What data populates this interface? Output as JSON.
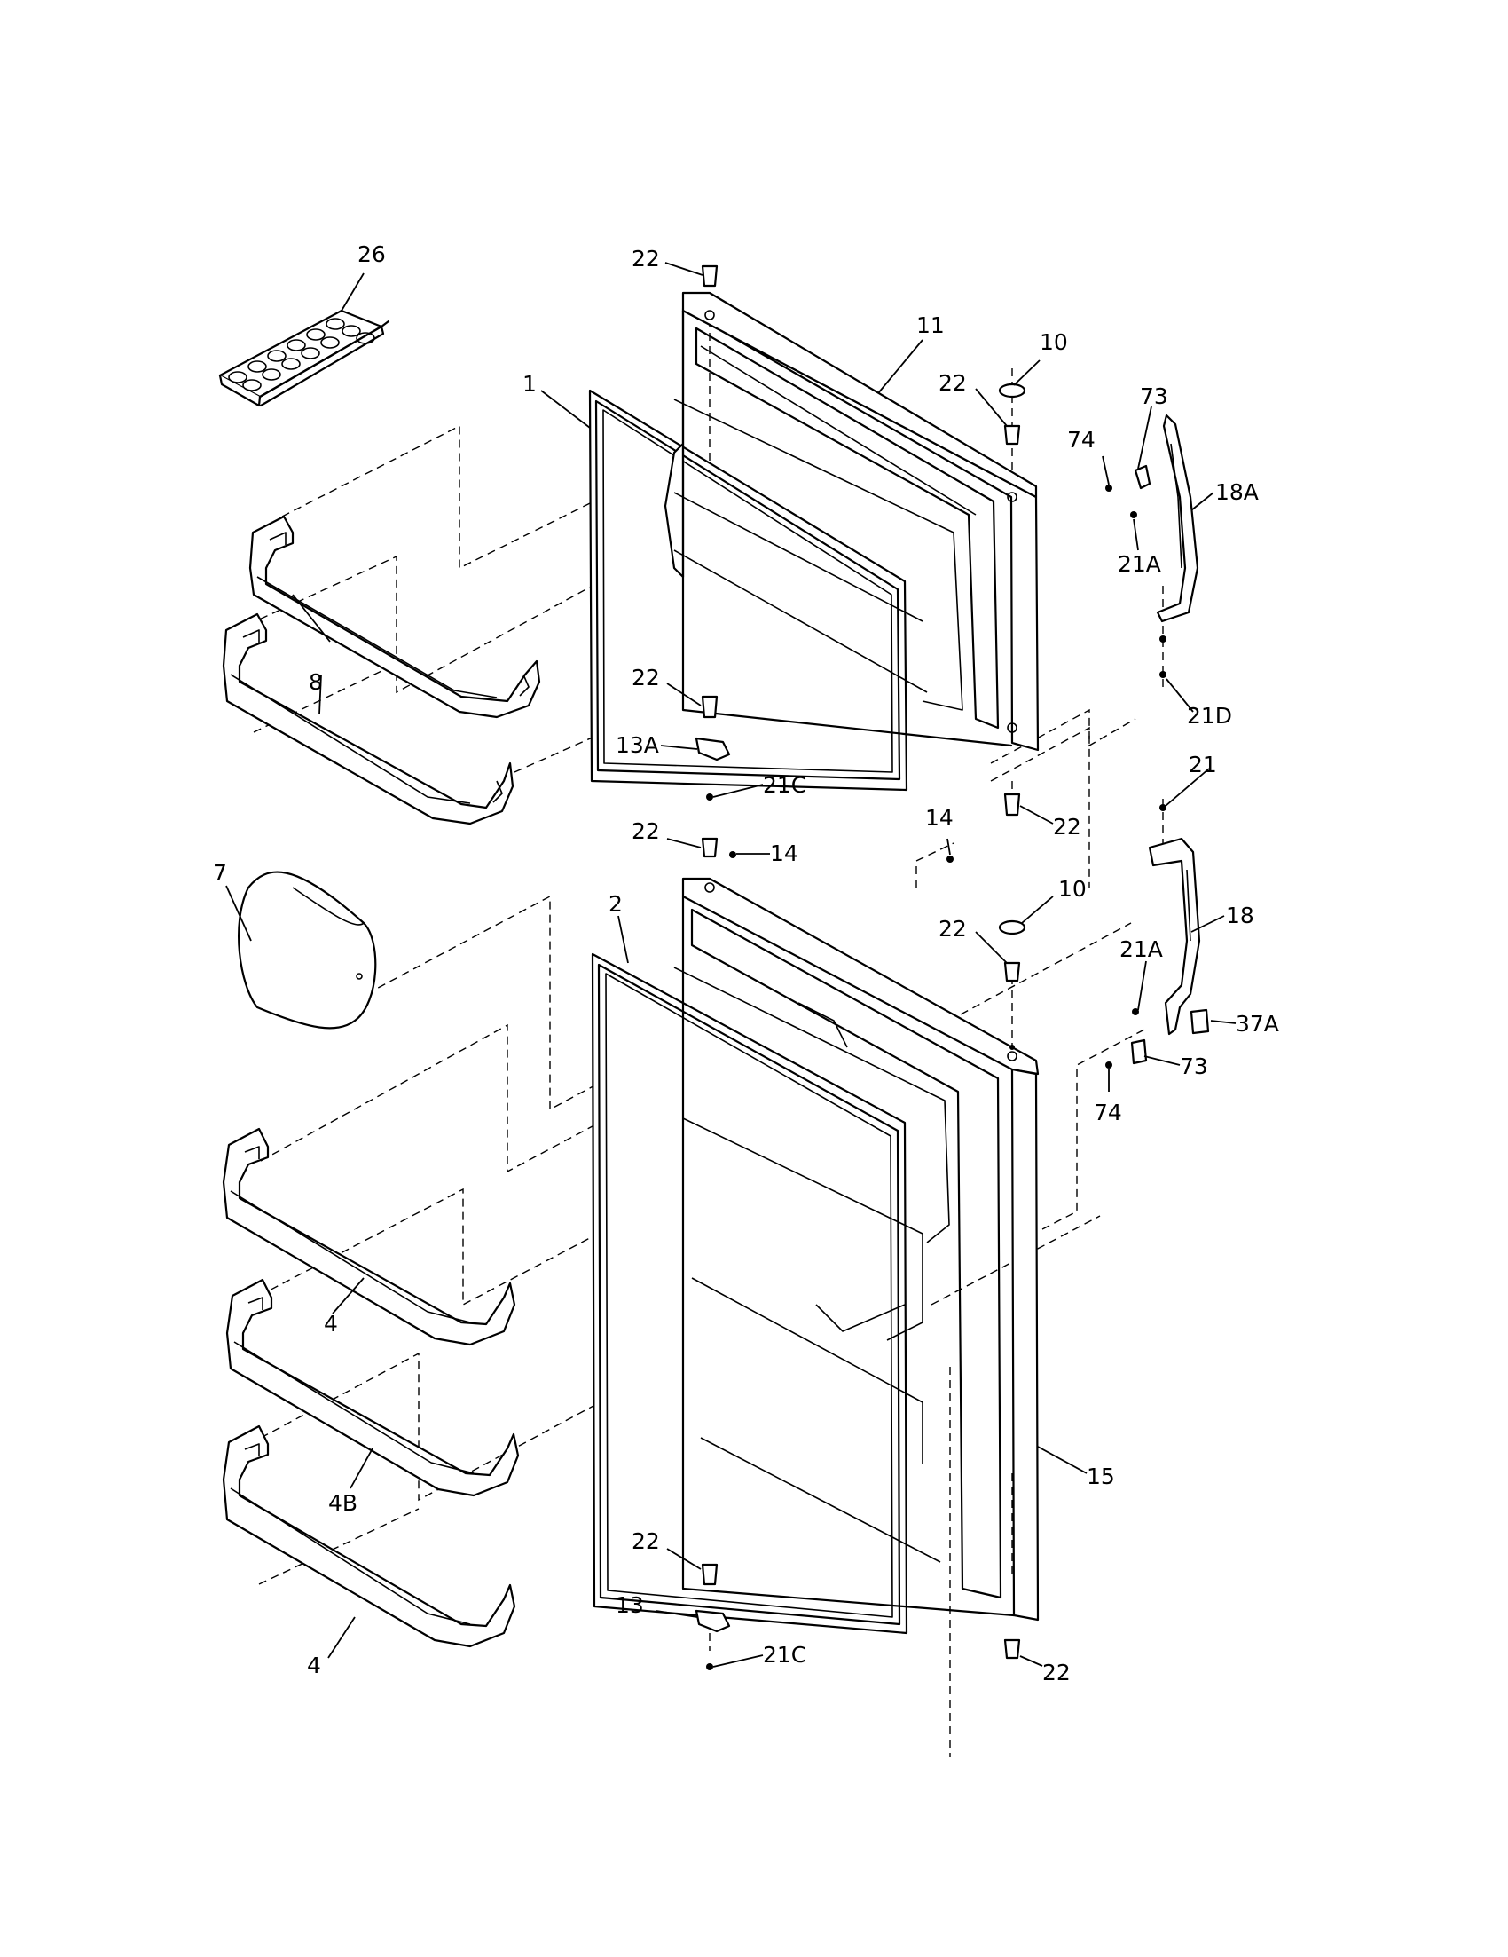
{
  "diagram": {
    "callouts": [
      {
        "id": "c26",
        "text": "26"
      },
      {
        "id": "c22a",
        "text": "22"
      },
      {
        "id": "c11",
        "text": "11"
      },
      {
        "id": "c10a",
        "text": "10"
      },
      {
        "id": "c1",
        "text": "1"
      },
      {
        "id": "c22b",
        "text": "22"
      },
      {
        "id": "c73a",
        "text": "73"
      },
      {
        "id": "c74a",
        "text": "74"
      },
      {
        "id": "c18A",
        "text": "18A"
      },
      {
        "id": "c21Aa",
        "text": "21A"
      },
      {
        "id": "c8",
        "text": "8"
      },
      {
        "id": "c22c",
        "text": "22"
      },
      {
        "id": "c21D",
        "text": "21D"
      },
      {
        "id": "c13A",
        "text": "13A"
      },
      {
        "id": "c21Ca",
        "text": "21C"
      },
      {
        "id": "c21",
        "text": "21"
      },
      {
        "id": "c22d",
        "text": "22"
      },
      {
        "id": "c14a",
        "text": "14"
      },
      {
        "id": "c22e",
        "text": "22"
      },
      {
        "id": "c14b",
        "text": "14"
      },
      {
        "id": "c7",
        "text": "7"
      },
      {
        "id": "c2",
        "text": "2"
      },
      {
        "id": "c10b",
        "text": "10"
      },
      {
        "id": "c18",
        "text": "18"
      },
      {
        "id": "c22f",
        "text": "22"
      },
      {
        "id": "c21Ab",
        "text": "21A"
      },
      {
        "id": "c37A",
        "text": "37A"
      },
      {
        "id": "c73b",
        "text": "73"
      },
      {
        "id": "c74b",
        "text": "74"
      },
      {
        "id": "c4a",
        "text": "4"
      },
      {
        "id": "c4B",
        "text": "4B"
      },
      {
        "id": "c15",
        "text": "15"
      },
      {
        "id": "c22g",
        "text": "22"
      },
      {
        "id": "c13",
        "text": "13"
      },
      {
        "id": "c4b",
        "text": "4"
      },
      {
        "id": "c21Cb",
        "text": "21C"
      },
      {
        "id": "c22h",
        "text": "22"
      }
    ]
  }
}
